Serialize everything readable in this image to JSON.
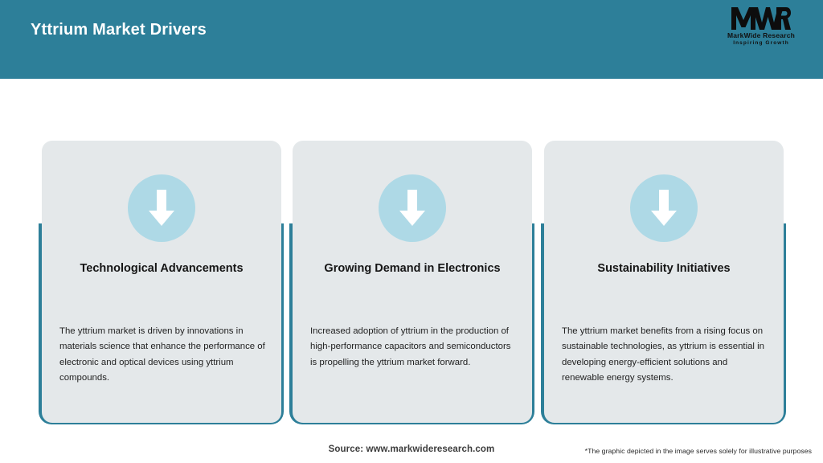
{
  "header": {
    "title": "Yttrium Market Drivers",
    "background_color": "#2d7f99",
    "title_color": "#ffffff"
  },
  "logo": {
    "mark": "MWR",
    "name": "MarkWide Research",
    "tagline": "Inspiring Growth"
  },
  "theme": {
    "accent_color": "#2d7f99",
    "card_color": "#e4e8ea",
    "icon_circle_color": "#aed9e6",
    "arrow_color": "#ffffff"
  },
  "cards": [
    {
      "icon": "down-arrow-icon",
      "title": "Technological Advancements",
      "body": "The yttrium market is driven by innovations in materials science that enhance the performance of electronic and optical devices using yttrium compounds."
    },
    {
      "icon": "down-arrow-icon",
      "title": "Growing Demand in Electronics",
      "body": "Increased adoption of yttrium in the production of high-performance capacitors and semiconductors is propelling the yttrium market forward."
    },
    {
      "icon": "down-arrow-icon",
      "title": "Sustainability Initiatives",
      "body": "The yttrium market benefits from a rising focus on sustainable technologies, as yttrium is essential in developing energy-efficient solutions and renewable energy systems."
    }
  ],
  "footer": {
    "source": "Source: www.markwideresearch.com",
    "disclaimer": "*The graphic depicted in the image serves solely for illustrative purposes"
  }
}
